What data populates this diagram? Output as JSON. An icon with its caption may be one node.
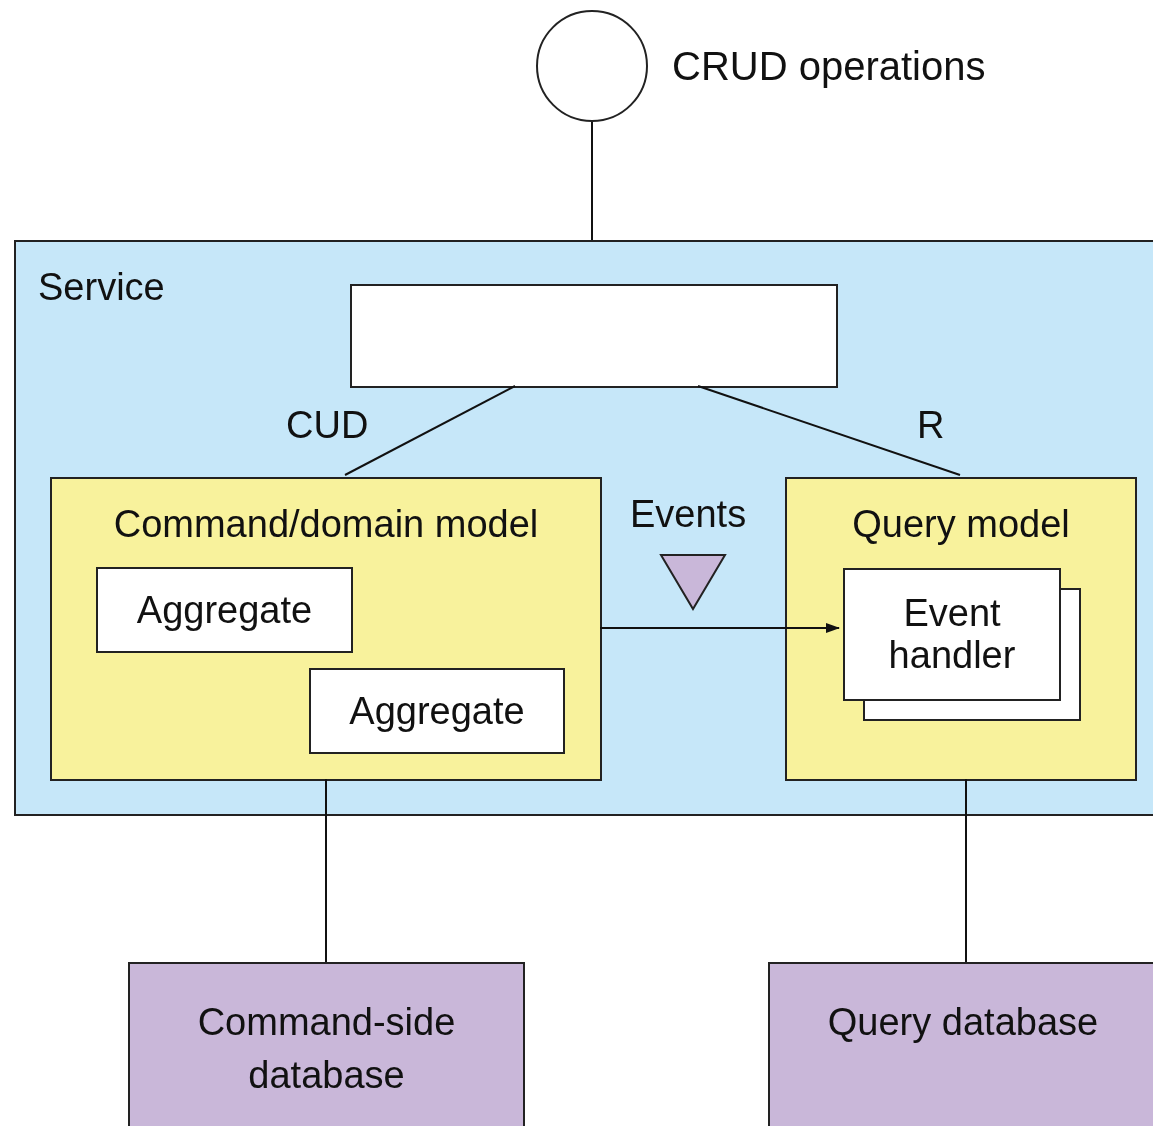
{
  "diagram": {
    "nodes": [
      {
        "text": [],
        "shape": "circle",
        "beside": [
          "CRUD operations"
        ]
      },
      {
        "text": [
          "Service"
        ]
      },
      {
        "text": [],
        "shape": "box",
        "in": 1
      },
      {
        "text": [
          "Command/domain model"
        ],
        "in": 1
      },
      {
        "text": [
          "Aggregate"
        ],
        "in": 3
      },
      {
        "text": [
          "Aggregate"
        ],
        "in": 3
      },
      {
        "text": [
          "Query model"
        ],
        "in": 1
      },
      {
        "text": [
          "Event handler"
        ],
        "in": 6
      },
      {
        "text": [
          "Command-side database"
        ]
      },
      {
        "text": [
          "Query database"
        ]
      }
    ],
    "edges": [
      {
        "from": 0,
        "to": 1,
        "arrow": "none"
      },
      {
        "from": 2,
        "to": 3,
        "arrow": "none",
        "label": "CUD"
      },
      {
        "from": 2,
        "to": 6,
        "arrow": "none",
        "label": "R"
      },
      {
        "from": 3,
        "to": 7,
        "arrow": "to",
        "label": "Events"
      },
      {
        "from": 3,
        "to": 8,
        "arrow": "none"
      },
      {
        "from": 6,
        "to": 9,
        "arrow": "none"
      }
    ]
  }
}
